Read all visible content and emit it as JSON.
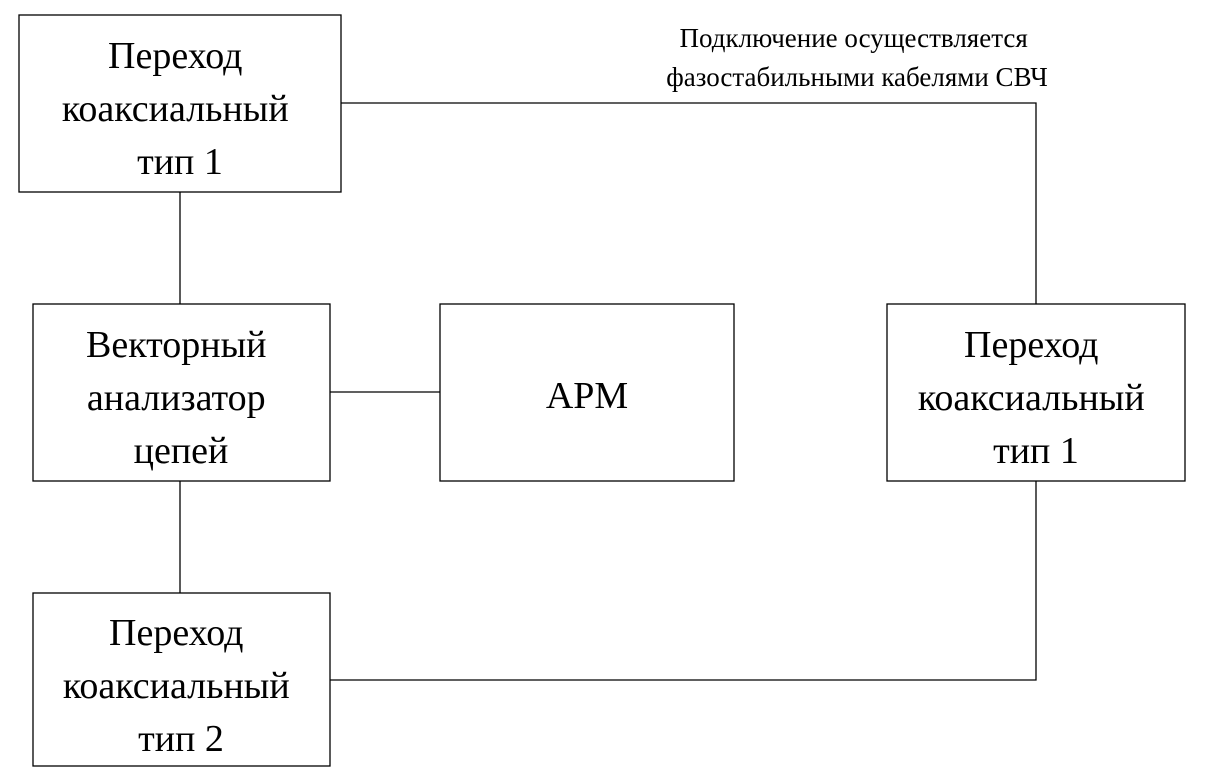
{
  "blocks": {
    "transition_top": {
      "lines": [
        "Переход",
        "коаксиальный",
        "тип 1"
      ]
    },
    "vna": {
      "lines": [
        "Векторный",
        "анализатор",
        "цепей"
      ]
    },
    "arm": {
      "lines": [
        "АРМ"
      ]
    },
    "transition_right": {
      "lines": [
        "Переход",
        "коаксиальный",
        "тип 1"
      ]
    },
    "transition_bottom": {
      "lines": [
        "Переход",
        "коаксиальный",
        "тип 2"
      ]
    }
  },
  "note": {
    "lines": [
      "Подключение осуществляется",
      "фазостабильными кабелями СВЧ"
    ]
  }
}
